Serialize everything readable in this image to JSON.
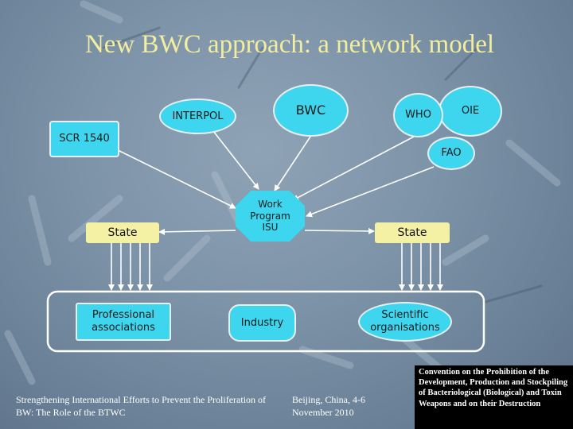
{
  "slide": {
    "title": "New BWC approach: a network model",
    "nodes": {
      "bwc": "BWC",
      "interpol": "INTERPOL",
      "who": "WHO",
      "oie": "OIE",
      "scr1540": "SCR 1540",
      "fao": "FAO",
      "work_program": "Work Program ISU",
      "state_left": "State",
      "state_right": "State",
      "professional": "Professional associations",
      "industry": "Industry",
      "scientific": "Scientific organisations"
    },
    "footer": {
      "left": "Strengthening International Efforts to Prevent the Proliferation of BW: The Role of the BTWC",
      "center": "Beijing, China, 4-6 November 2010",
      "right": "Convention on the Prohibition of the Development, Production and Stockpiling of Bacteriological (Biological) and Toxin Weapons and on their Destruction"
    }
  }
}
